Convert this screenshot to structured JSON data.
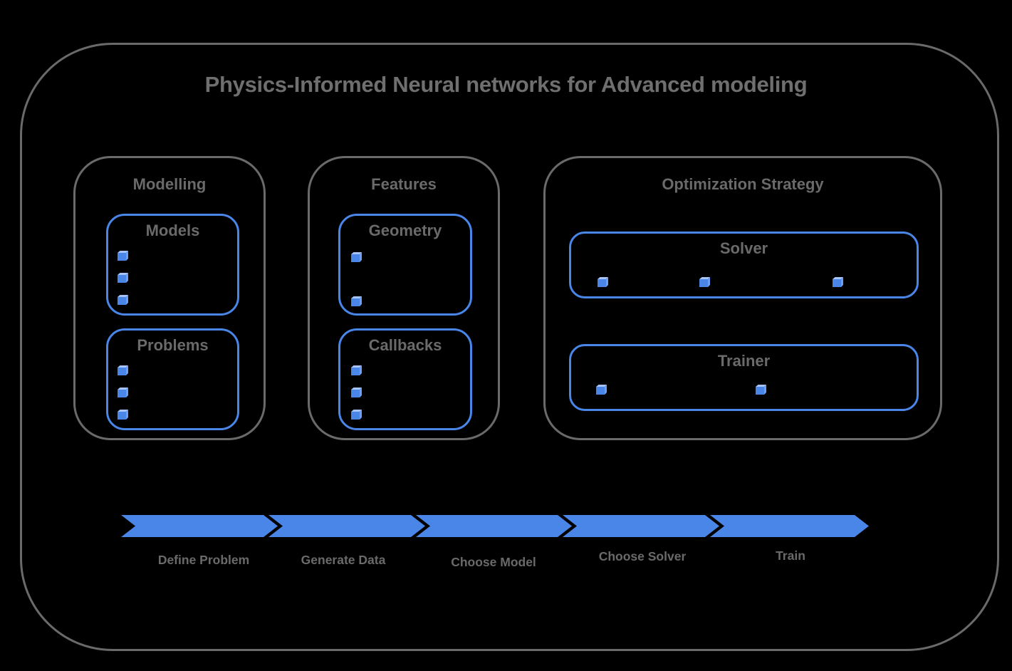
{
  "title": "Physics-Informed Neural networks for Advanced modeling",
  "colors": {
    "background": "#000000",
    "accent": "#4a86e8",
    "cube_front": "#4a86e8",
    "cube_top": "#a6c4f7",
    "cube_side": "#6d9ff3",
    "gray_border": "#6a6a6a",
    "title_gray": "#6f6f6f",
    "text_gray": "#6a6a6a"
  },
  "sections": {
    "modelling": {
      "label": "Modelling",
      "boxes": {
        "models": {
          "label": "Models",
          "bullets": 3
        },
        "problems": {
          "label": "Problems",
          "bullets": 3
        }
      }
    },
    "features": {
      "label": "Features",
      "boxes": {
        "geometry": {
          "label": "Geometry",
          "bullets": 2
        },
        "callbacks": {
          "label": "Callbacks",
          "bullets": 3
        }
      }
    },
    "optimization": {
      "label": "Optimization Strategy",
      "boxes": {
        "solver": {
          "label": "Solver",
          "bullets": 3
        },
        "trainer": {
          "label": "Trainer",
          "bullets": 2
        }
      }
    }
  },
  "workflow": {
    "steps": [
      {
        "label": "Define Problem"
      },
      {
        "label": "Generate Data"
      },
      {
        "label": "Choose Model"
      },
      {
        "label": "Choose Solver"
      },
      {
        "label": "Train"
      }
    ]
  }
}
